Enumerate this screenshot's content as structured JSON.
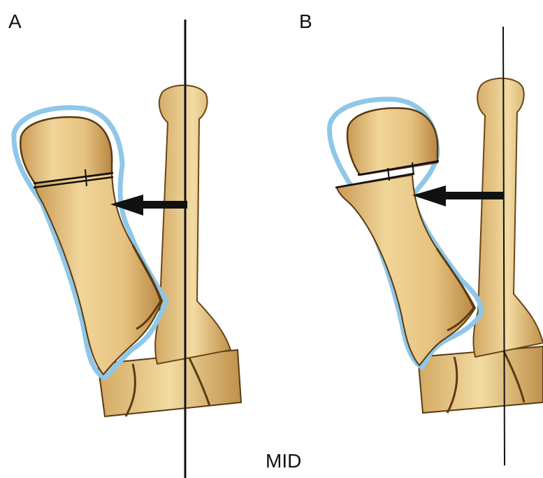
{
  "panels": [
    {
      "letter": "A"
    },
    {
      "letter": "B"
    }
  ],
  "axis_label": "MID",
  "colors": {
    "bone": "#e8c783",
    "bone_shadow": "#b98b45",
    "bone_dark": "#5a3a12",
    "outline": "#8fc7e8",
    "line": "#111111",
    "background": "#ffffff"
  }
}
